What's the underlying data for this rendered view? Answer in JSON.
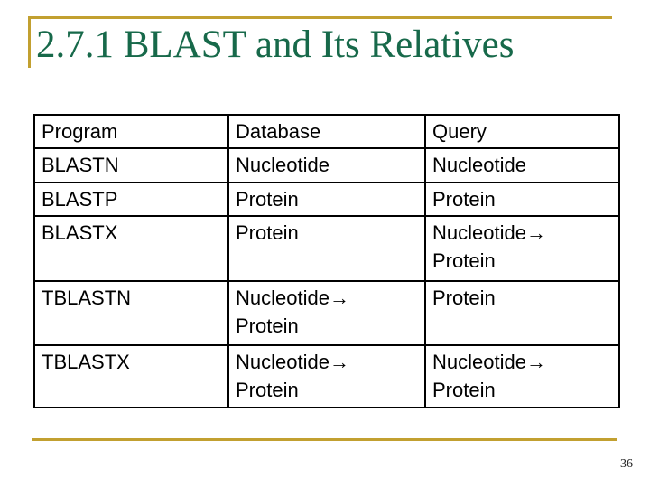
{
  "slide": {
    "title": "2.7.1 BLAST and Its Relatives",
    "page_number": "36"
  },
  "table": {
    "headers": [
      "Program",
      "Database",
      "Query"
    ],
    "rows": [
      {
        "program": "BLASTN",
        "database": "Nucleotide",
        "query": "Nucleotide"
      },
      {
        "program": "BLASTP",
        "database": "Protein",
        "query": "Protein"
      },
      {
        "program": "BLASTX",
        "database": "Protein",
        "query": "Nucleotide→\nProtein"
      },
      {
        "program": "TBLASTN",
        "database": "Nucleotide→\nProtein",
        "query": "Protein"
      },
      {
        "program": "TBLASTX",
        "database": "Nucleotide→\nProtein",
        "query": "Nucleotide→\nProtein"
      }
    ]
  },
  "colors": {
    "title_green": "#17694A",
    "accent_gold": "#C2A030",
    "table_border": "#000000"
  }
}
